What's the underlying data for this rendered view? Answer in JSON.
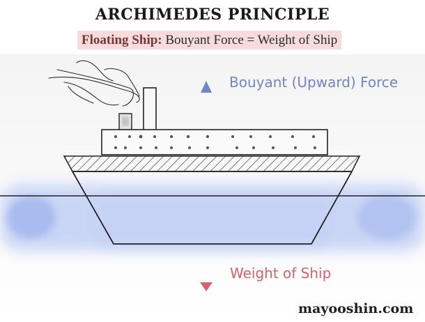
{
  "title": "ARCHIMEDES PRINCIPLE",
  "subtitle": {
    "lead": "Floating Ship:",
    "rest": " Bouyant Force = Weight of Ship"
  },
  "labels": {
    "upward": "Bouyant (Upward) Force",
    "downward": "Weight of Ship"
  },
  "watermark": "mayooshin.com",
  "colors": {
    "upward_arrow": "#6f86c8",
    "downward_arrow": "#d9606c",
    "water": "#b9c8f2",
    "subtitle_highlight": "#f6dcdc"
  }
}
